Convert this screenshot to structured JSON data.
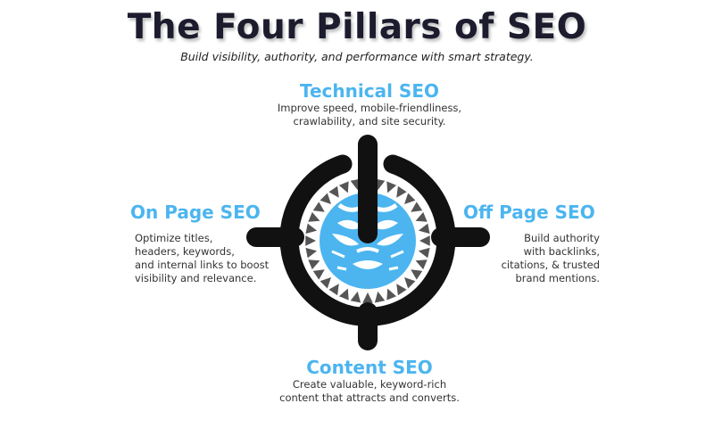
{
  "title": "The Four Pillars of SEO",
  "subtitle": "Build visibility, authority, and performance with smart strategy.",
  "pillars": {
    "technical": {
      "heading": "Technical SEO",
      "line1": "Improve speed, mobile-friendliness,",
      "line2": "crawlability, and site security."
    },
    "onpage": {
      "heading": "On Page SEO",
      "line1": "Optimize titles,",
      "line2": "headers, keywords,",
      "line3": "and internal links to boost",
      "line4": "visibility and relevance."
    },
    "offpage": {
      "heading": "Off Page SEO",
      "line1": "Build authority",
      "line2": "with backlinks,",
      "line3": "citations, & trusted",
      "line4": "brand mentions."
    },
    "content": {
      "heading": "Content SEO",
      "line1": "Create valuable, keyword-rich",
      "line2": "content that attracts and converts."
    }
  },
  "colors": {
    "accent": "#4cb5ef",
    "dark": "#111111",
    "title": "#1c1c2e",
    "triangle": "#555555"
  }
}
